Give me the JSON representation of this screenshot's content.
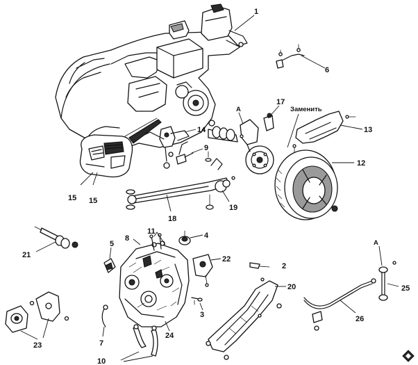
{
  "callouts": {
    "c1": "1",
    "c2": "2",
    "c3": "3",
    "c4": "4",
    "c5": "5",
    "c6": "6",
    "c7": "7",
    "c8": "8",
    "c9": "9",
    "c10": "10",
    "c11": "11",
    "c12": "12",
    "c13": "13",
    "c14": "14",
    "c15a": "15",
    "c15b": "15",
    "c17": "17",
    "c18": "18",
    "c19": "19",
    "c20": "20",
    "c21": "21",
    "c22": "22",
    "c23": "23",
    "c24": "24",
    "c25": "25",
    "c26": "26"
  },
  "labels": {
    "mark_a_top": "A",
    "mark_a_right": "A",
    "replace_note": "Заменить"
  },
  "icons": {
    "corner_logo": "car-emblem-icon"
  }
}
